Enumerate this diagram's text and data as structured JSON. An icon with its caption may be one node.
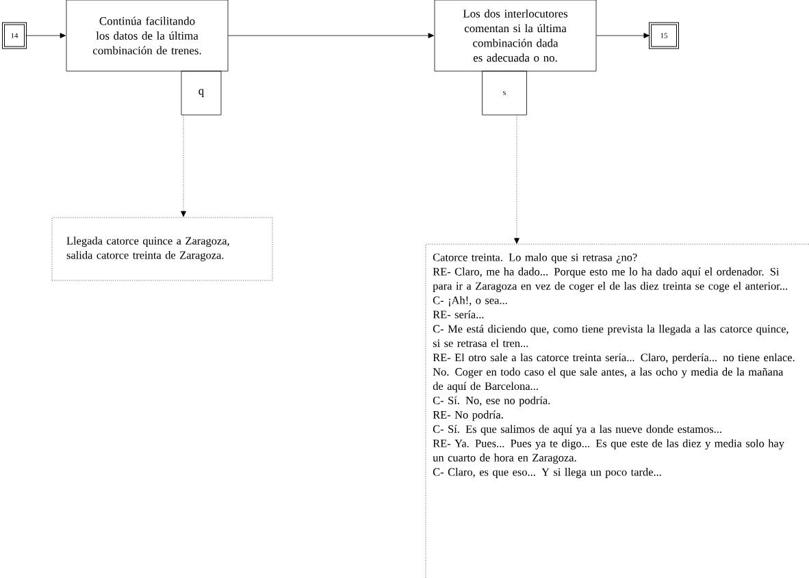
{
  "diagram": {
    "nodes": [
      {
        "text": [
          "14"
        ]
      },
      {
        "text": [
          "Continúa facilitando los datos de la última combinación de trenes."
        ]
      },
      {
        "text": [
          "q"
        ]
      },
      {
        "text": [
          "Llegada catorce quince a Zaragoza, salida catorce treinta de Zaragoza."
        ]
      },
      {
        "text": [
          "Los dos interlocutores comentan si la última combinación dada es adecuada o no."
        ]
      },
      {
        "text": [
          "s"
        ]
      },
      {
        "text": [
          "15"
        ]
      },
      {
        "text": [
          "Catorce treinta. Lo malo que si retrasa ¿no?",
          "RE- Claro, me ha dado... Porque esto me lo ha dado aquí el ordenador. Si para ir a Zaragoza en vez de coger el de las diez treinta se coge el anterior...",
          "C- ¡Ah!, o sea...",
          "RE- sería...",
          "C- Me está diciendo que, como tiene prevista la llegada a las catorce quince, si se retrasa el tren...",
          "RE- El otro sale a las catorce treinta sería... Claro, perdería... no tiene enlace. No. Coger en todo caso el que sale antes, a las ocho y media de la mañana de aquí de Barcelona...",
          "C- Sí. No, ese no podría.",
          "RE- No podría.",
          "C- Sí. Es que salimos de aquí ya a las nueve donde estamos...",
          "RE- Ya. Pues... Pues ya te digo... Es que este de las diez y media solo hay un cuarto de hora en Zaragoza.",
          "C- Claro, es que eso... Y si llega un poco tarde..."
        ]
      }
    ],
    "edges": [
      {
        "from": 0,
        "to": 1,
        "arrow": "to"
      },
      {
        "from": 1,
        "to": 4,
        "arrow": "to"
      },
      {
        "from": 4,
        "to": 6,
        "arrow": "to"
      },
      {
        "from": 2,
        "to": 3,
        "arrow": "to",
        "style": "dashed"
      },
      {
        "from": 5,
        "to": 7,
        "arrow": "to",
        "style": "dashed"
      }
    ]
  }
}
